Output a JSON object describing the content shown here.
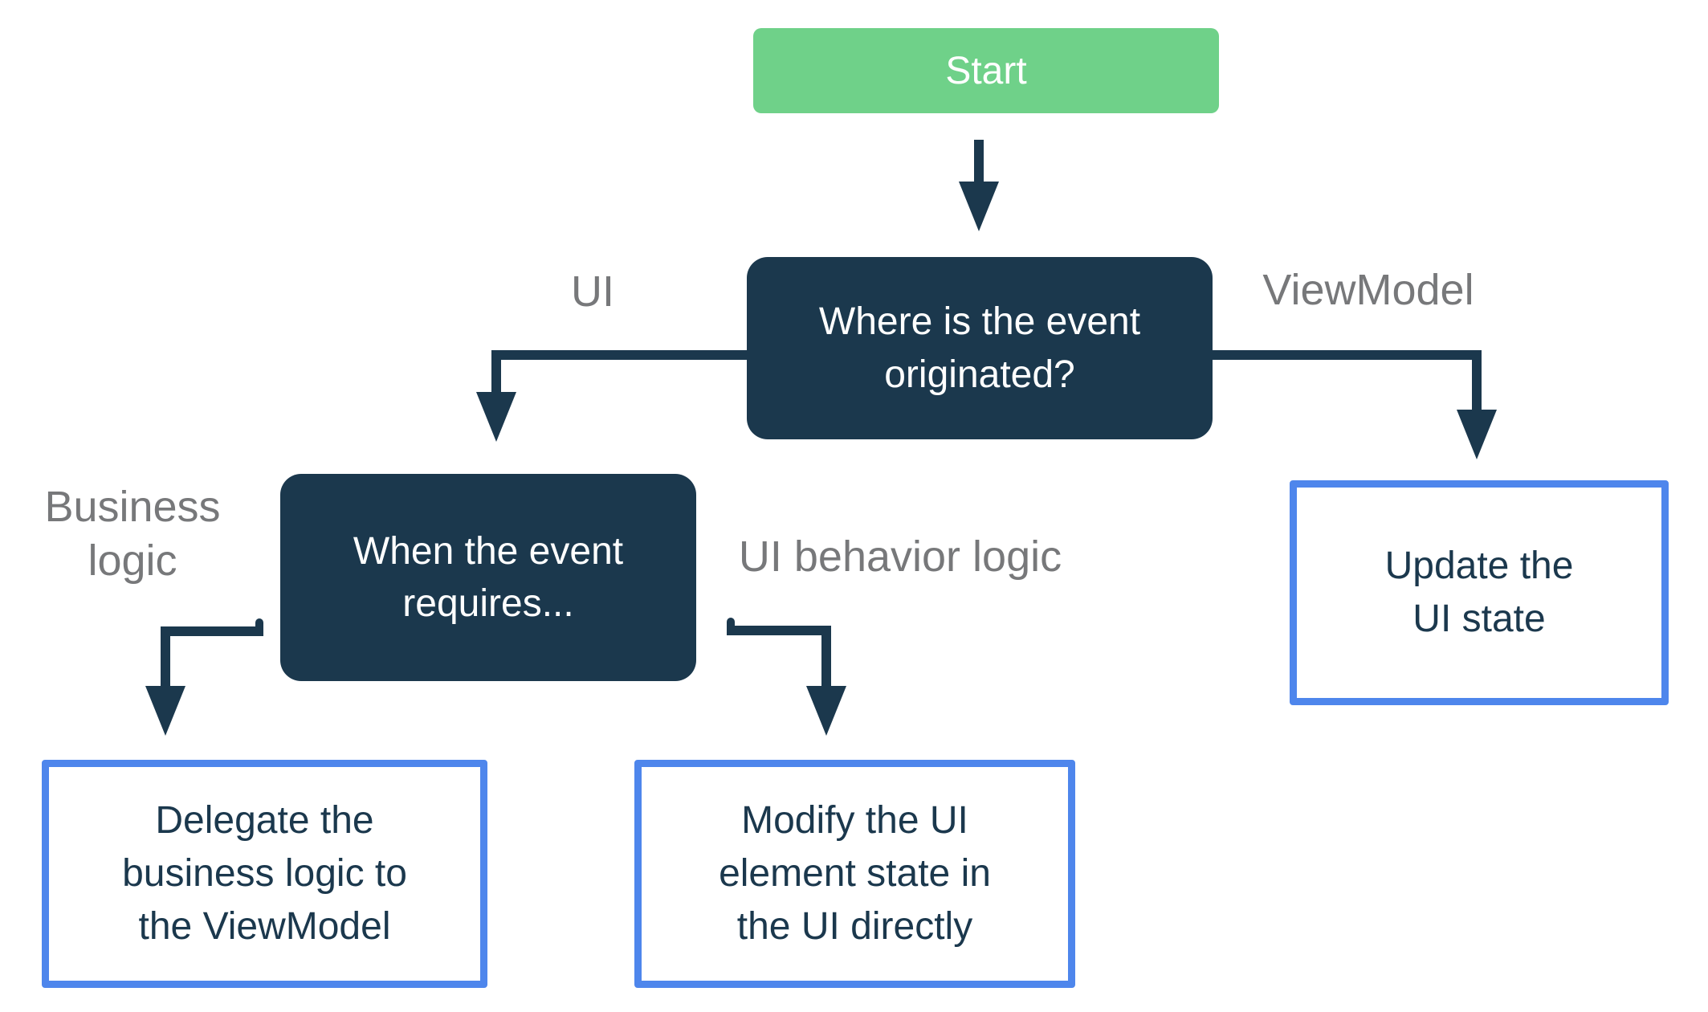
{
  "nodes": {
    "start": {
      "label": "Start"
    },
    "where_event_originated": {
      "label": "Where is the event\noriginated?"
    },
    "when_event_requires": {
      "label": "When the event\nrequires..."
    },
    "update_ui_state": {
      "label": "Update the\nUI state"
    },
    "delegate_business_logic": {
      "label": "Delegate the\nbusiness logic to\nthe ViewModel"
    },
    "modify_ui_element": {
      "label": "Modify the UI\nelement state in\nthe UI directly"
    }
  },
  "edge_labels": {
    "ui": "UI",
    "viewmodel": "ViewModel",
    "business_logic": "Business\nlogic",
    "ui_behavior_logic": "UI behavior logic"
  },
  "edges": [
    {
      "from": "start",
      "to": "where_event_originated",
      "label": ""
    },
    {
      "from": "where_event_originated",
      "to": "when_event_requires",
      "label": "UI"
    },
    {
      "from": "where_event_originated",
      "to": "update_ui_state",
      "label": "ViewModel"
    },
    {
      "from": "when_event_requires",
      "to": "delegate_business_logic",
      "label": "Business logic"
    },
    {
      "from": "when_event_requires",
      "to": "modify_ui_element",
      "label": "UI behavior logic"
    }
  ],
  "colors": {
    "background": "#ffffff",
    "start_fill": "#6fd189",
    "start_text": "#ffffff",
    "decision_fill": "#1b384d",
    "decision_text": "#ffffff",
    "outcome_fill": "#ffffff",
    "outcome_border": "#4e86ec",
    "outcome_text": "#1b384d",
    "arrow": "#1b384d",
    "edge_label_text": "#77787a"
  }
}
